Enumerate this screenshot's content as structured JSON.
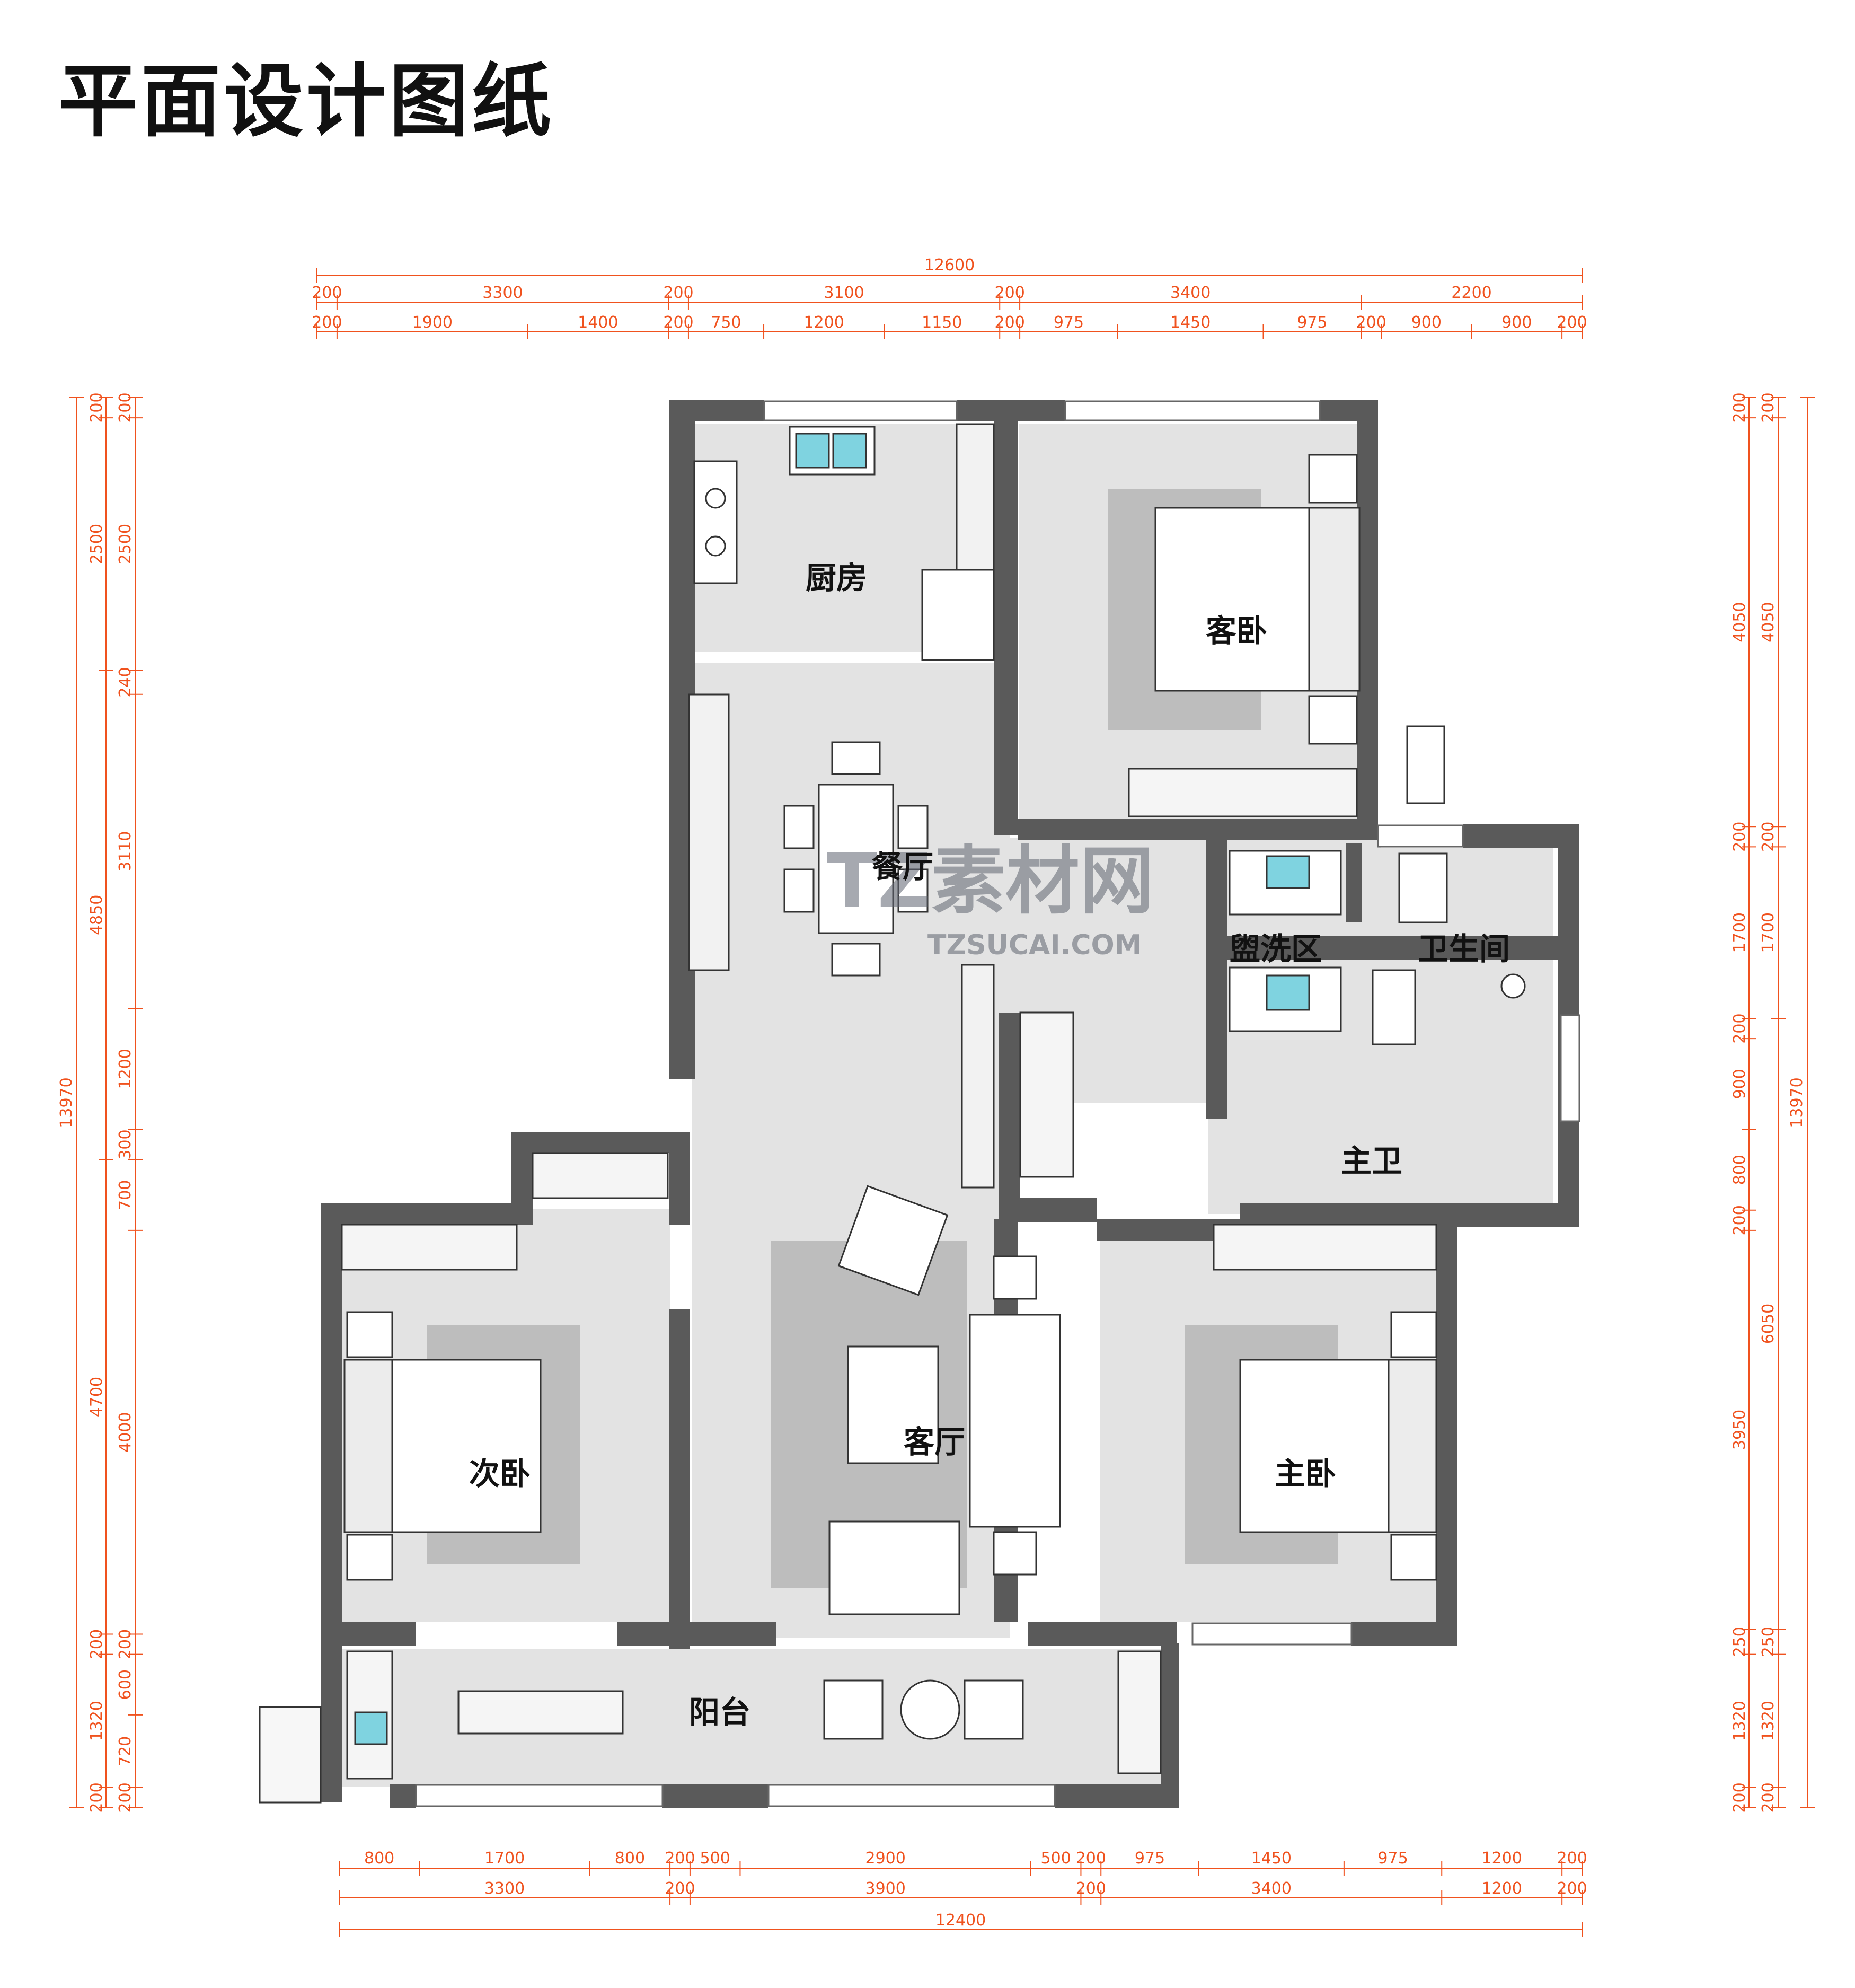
{
  "title": "平面设计图纸",
  "rooms": {
    "kitchen": "厨房",
    "guest_bedroom": "客卧",
    "dining": "餐厅",
    "washing": "盥洗区",
    "bathroom": "卫生间",
    "master_bath": "主卫",
    "second_bedroom": "次卧",
    "living_room": "客厅",
    "master_bedroom": "主卧",
    "balcony": "阳台"
  },
  "watermark": {
    "brand": "TZ素材网",
    "url": "TZSUCAI.COM"
  },
  "dims": {
    "top_total": "12600",
    "top_row1": [
      "200",
      "3300",
      "200",
      "3100",
      "200",
      "3400",
      "2200"
    ],
    "top_row2": [
      "200",
      "1900",
      "1400",
      "200",
      "750",
      "1200",
      "1150",
      "200",
      "975",
      "1450",
      "975",
      "200",
      "900",
      "900",
      "200"
    ],
    "bottom_row1": [
      "800",
      "1700",
      "800",
      "200",
      "500",
      "2900",
      "500",
      "200",
      "975",
      "1450",
      "975",
      "1200",
      "200"
    ],
    "bottom_row2": [
      "3300",
      "200",
      "3900",
      "200",
      "3400",
      "1200",
      "200"
    ],
    "bottom_total": "12400",
    "left_outer": [
      "13970"
    ],
    "left_mid": [
      "200",
      "2500",
      "4850",
      "4700",
      "200",
      "1320",
      "200"
    ],
    "left_inner": [
      "200",
      "2500",
      "240",
      "3110",
      "1200",
      "300",
      "700",
      "4000",
      "200",
      "600",
      "720",
      "200"
    ],
    "right_outer": [
      "13970"
    ],
    "right_mid": [
      "200",
      "4050",
      "200",
      "1700",
      "200",
      "900",
      "800",
      "200",
      "3950",
      "250",
      "1320",
      "200"
    ],
    "right_inner": [
      "200",
      "4050",
      "200",
      "1700",
      "6050",
      "250",
      "1320",
      "200"
    ]
  }
}
